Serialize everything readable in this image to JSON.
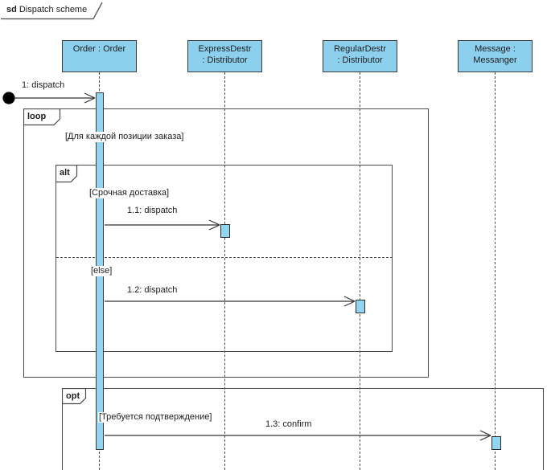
{
  "frame": {
    "keyword": "sd",
    "title": "Dispatch scheme"
  },
  "lifelines": [
    {
      "id": "order",
      "line1": "Order : Order"
    },
    {
      "id": "express",
      "line1": "ExpressDestr",
      "line2": ": Distributor"
    },
    {
      "id": "regular",
      "line1": "RegularDestr",
      "line2": ": Distributor"
    },
    {
      "id": "messanger",
      "line1": "Message :",
      "line2": "Messanger"
    }
  ],
  "messages": [
    {
      "label": "1: dispatch"
    },
    {
      "label": "1.1: dispatch"
    },
    {
      "label": "1.2: dispatch"
    },
    {
      "label": "1.3: confirm"
    }
  ],
  "fragments": {
    "loop": {
      "operator": "loop",
      "guard": "[Для каждой позиции заказа]"
    },
    "alt": {
      "operator": "alt",
      "guard_urgent": "[Срочная доставка]",
      "guard_else": "[else]"
    },
    "opt": {
      "operator": "opt",
      "guard": "[Требуется подтверждение]"
    }
  },
  "colors": {
    "lifeline_fill": "#8CD0EE",
    "activation_fill": "#93D4F0",
    "frame_border": "#4a4a4a",
    "message_color": "#333333"
  }
}
